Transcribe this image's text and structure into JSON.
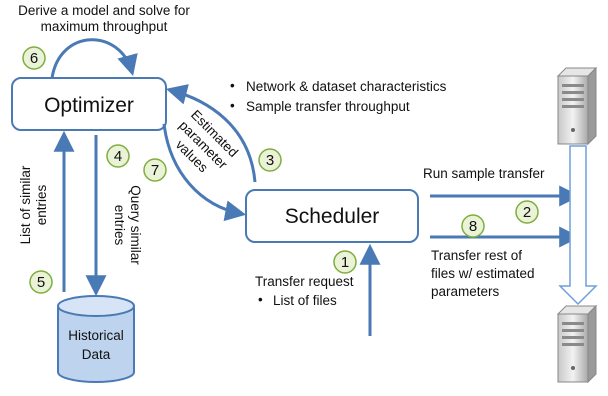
{
  "diagram": {
    "top_caption": [
      "Derive a model and solve for",
      "maximum throughput"
    ],
    "optimizer_label": "Optimizer",
    "scheduler_label": "Scheduler",
    "historical_label": [
      "Historical",
      "Data"
    ],
    "characteristics": [
      "Network & dataset characteristics",
      "Sample transfer throughput"
    ],
    "estimated_params": [
      "Estimated",
      "parameter",
      "values"
    ],
    "list_similar": [
      "List of similar",
      "entries"
    ],
    "query_similar": [
      "Query similar",
      "entries"
    ],
    "run_sample": "Run sample transfer",
    "transfer_rest": [
      "Transfer rest of",
      "files w/ estimated",
      "parameters"
    ],
    "transfer_request": "Transfer request",
    "list_files": "List of files",
    "steps": [
      "1",
      "2",
      "3",
      "4",
      "5",
      "6",
      "7",
      "8"
    ],
    "colors": {
      "arrow": "#4a7ab5",
      "box_border": "#4a7ab5",
      "circle_fill": "#eaf3d8",
      "circle_stroke": "#7fae3d",
      "db_fill": "#bdd3ee",
      "server_body": "#d9d9d9"
    }
  }
}
